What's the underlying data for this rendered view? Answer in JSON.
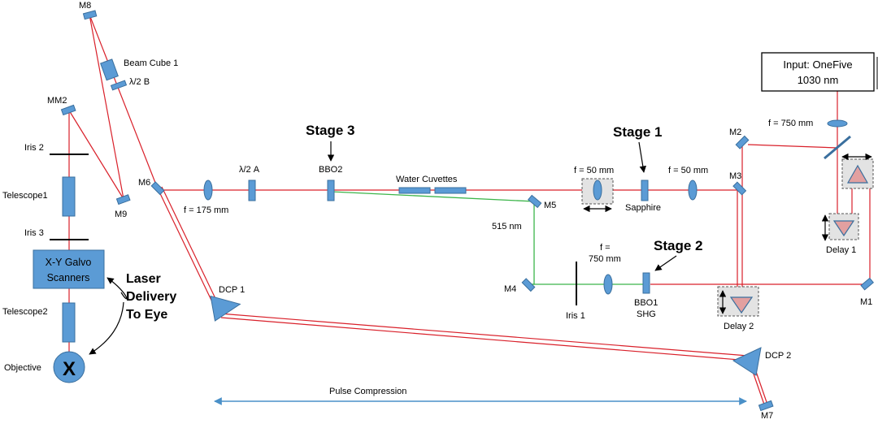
{
  "labels": {
    "input_line1": "Input: OneFive",
    "input_line2": "1030 nm",
    "f750_top": "f = 750 mm",
    "m1": "M1",
    "m2": "M2",
    "m3": "M3",
    "m4": "M4",
    "m5": "M5",
    "m6": "M6",
    "m7": "M7",
    "m8": "M8",
    "m9": "M9",
    "mm2": "MM2",
    "delay1": "Delay 1",
    "delay2": "Delay 2",
    "stage1": "Stage 1",
    "stage2": "Stage 2",
    "stage3": "Stage 3",
    "f50_left": "f = 50 mm",
    "f50_right": "f = 50 mm",
    "sapphire": "Sapphire",
    "f750_mid_1": "f =",
    "f750_mid_2": "750 mm",
    "bbo1_1": "BBO1",
    "bbo1_2": "SHG",
    "iris1": "Iris 1",
    "iris2": "Iris 2",
    "iris3": "Iris 3",
    "nm515": "515 nm",
    "water": "Water Cuvettes",
    "bbo2": "BBO2",
    "halfwave_a": "λ/2 A",
    "halfwave_b": "λ/2 B",
    "f175": "f = 175 mm",
    "beamcube": "Beam Cube 1",
    "dcp1": "DCP 1",
    "dcp2": "DCP 2",
    "telescope1": "Telescope1",
    "telescope2": "Telescope2",
    "galvo_1": "X-Y Galvo",
    "galvo_2": "Scanners",
    "laser_1": "Laser",
    "laser_2": "Delivery",
    "laser_3": "To Eye",
    "objective": "Objective",
    "objective_mark": "X",
    "pulse": "Pulse Compression"
  },
  "colors": {
    "optic": "#5b9bd5",
    "beam_ir": "#d9202a",
    "beam_green": "#3cb54a",
    "compression_arrow": "#4a90c8"
  }
}
